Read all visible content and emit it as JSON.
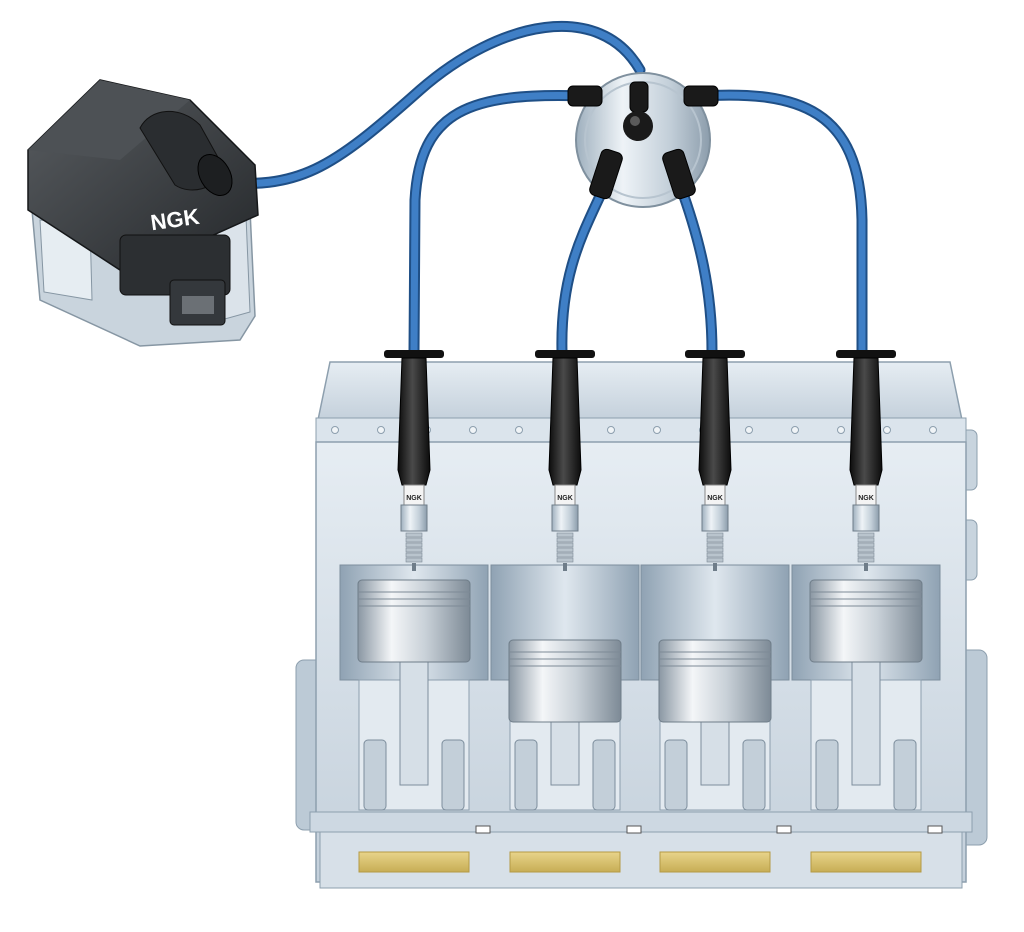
{
  "coil": {
    "brand_label": "NGK",
    "body_color": "#3a3d40",
    "metal_color": "#c9d4dd"
  },
  "spark_plugs": [
    {
      "label": "NGK"
    },
    {
      "label": "NGK"
    },
    {
      "label": "NGK"
    },
    {
      "label": "NGK"
    }
  ],
  "colors": {
    "ignition_wire": "#3f7fc6",
    "engine_block": "#d3dde6",
    "oil": "#d9c57a",
    "boot": "#1c1c1c"
  },
  "cylinder_states": [
    "piston-up",
    "piston-down",
    "piston-down",
    "piston-up"
  ]
}
